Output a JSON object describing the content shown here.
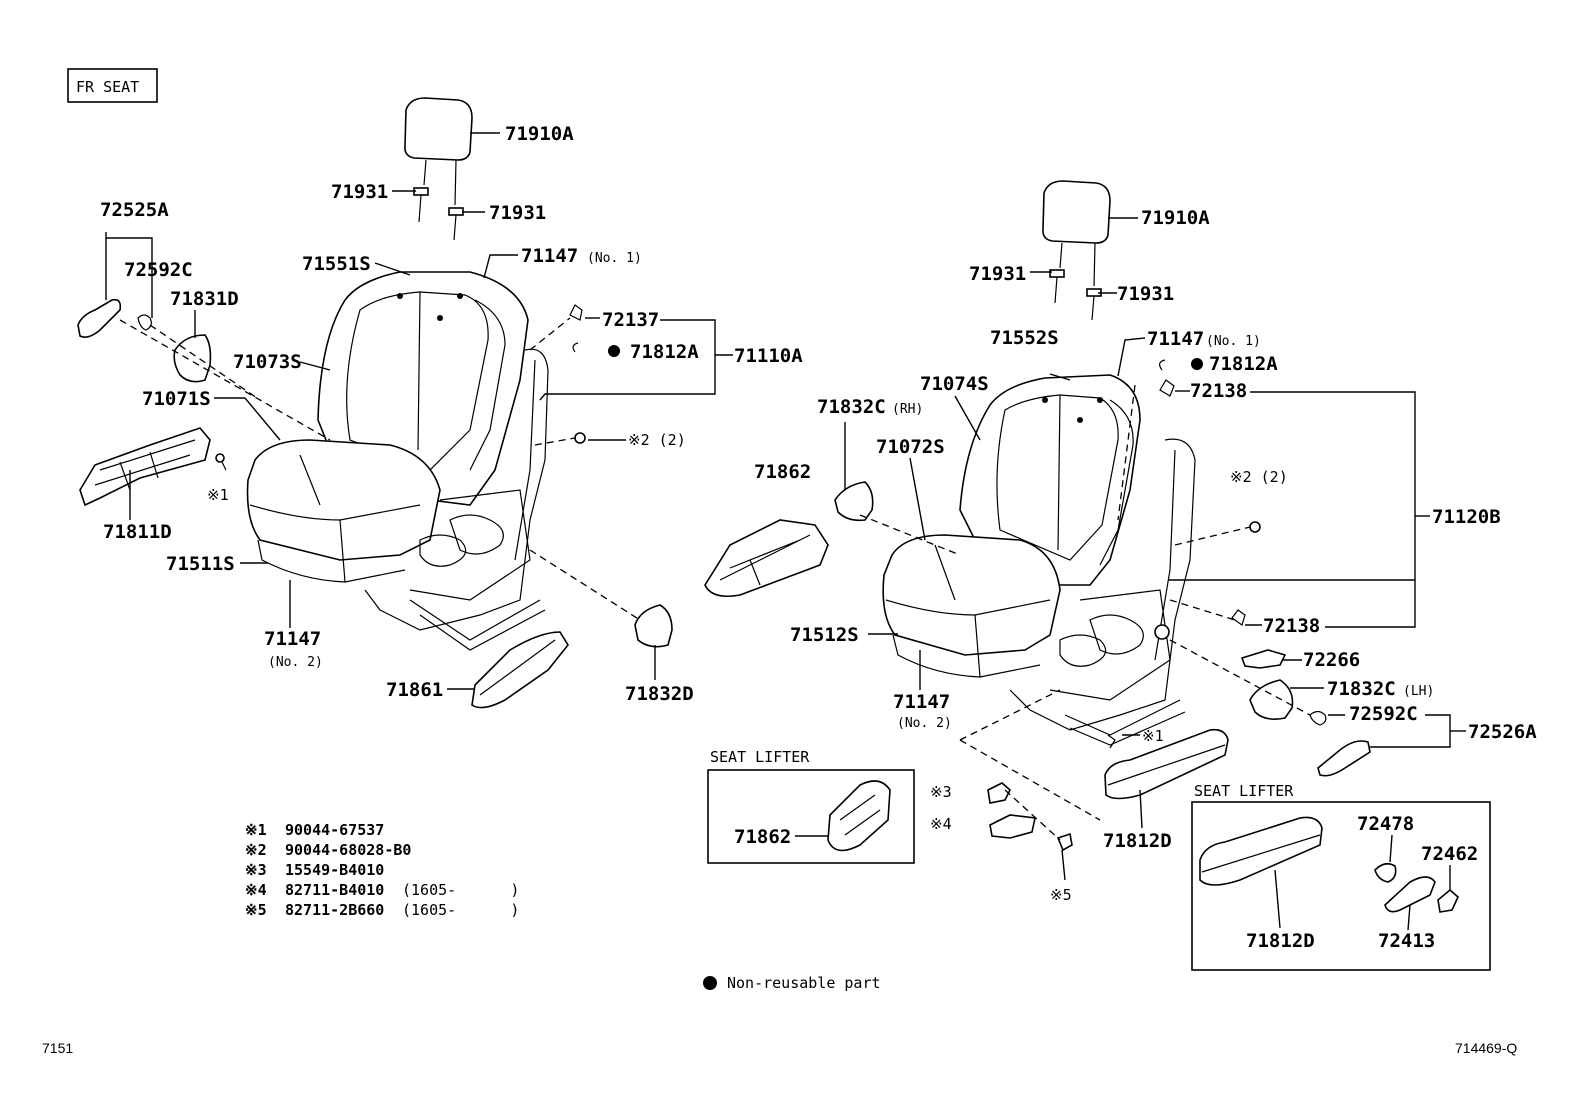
{
  "header": {
    "section_label": "FR SEAT"
  },
  "left_seat": {
    "headrest": "71910A",
    "headrest_guide_1": "71931",
    "headrest_guide_2": "71931",
    "lever": "72525A",
    "lever_spring": "72592C",
    "cover_inner": "71831D",
    "back_pad": "71551S",
    "back_frame": "71147",
    "back_frame_no": "(No. 1)",
    "clip": "72137",
    "nonreusable": "71812A",
    "frame_assy": "71110A",
    "back_cover": "71073S",
    "cushion_cover": "71071S",
    "ref2": "※2 (2)",
    "ref1": "※1",
    "shield": "71811D",
    "cushion_pad": "71511S",
    "cushion_frame": "71147",
    "cushion_frame_no": "(No. 2)",
    "cushion_shield": "71861",
    "cover_outer": "71832D"
  },
  "right_seat": {
    "headrest": "71910A",
    "headrest_guide_1": "71931",
    "headrest_guide_2": "71931",
    "back_pad": "71552S",
    "back_frame": "71147",
    "back_frame_no": "(No. 1)",
    "nonreusable": "71812A",
    "back_cover": "71074S",
    "clip_upper": "72138",
    "cover_rh": "71832C",
    "cover_rh_side": "(RH)",
    "shield": "71862",
    "cushion_cover": "71072S",
    "ref2": "※2 (2)",
    "frame_assy": "71120B",
    "clip_lower": "72138",
    "bracket": "72266",
    "cover_lh": "71832C",
    "cover_lh_side": "(LH)",
    "lever_spring": "72592C",
    "lever": "72526A",
    "cushion_pad": "71512S",
    "cushion_frame": "71147",
    "cushion_frame_no": "(No. 2)",
    "ref1": "※1",
    "lower_shield": "71812D",
    "ref3": "※3",
    "ref4": "※4",
    "ref5": "※5"
  },
  "seat_lifter_left": {
    "title": "SEAT LIFTER",
    "part": "71862"
  },
  "seat_lifter_right": {
    "title": "SEAT LIFTER",
    "shield": "71812D",
    "spacer": "72478",
    "knob": "72462",
    "lever": "72413"
  },
  "footnotes": [
    {
      "mark": "※1",
      "part": "90044-67537",
      "range": ""
    },
    {
      "mark": "※2",
      "part": "90044-68028-B0",
      "range": ""
    },
    {
      "mark": "※3",
      "part": "15549-B4010",
      "range": ""
    },
    {
      "mark": "※4",
      "part": "82711-B4010",
      "range": "(1605-      )"
    },
    {
      "mark": "※5",
      "part": "82711-2B660",
      "range": "(1605-      )"
    }
  ],
  "legend": {
    "symbol_name": "filled-dot-icon",
    "text": "Non-reusable part"
  },
  "footer": {
    "page_code": "7151",
    "figure_id": "714469-Q"
  }
}
